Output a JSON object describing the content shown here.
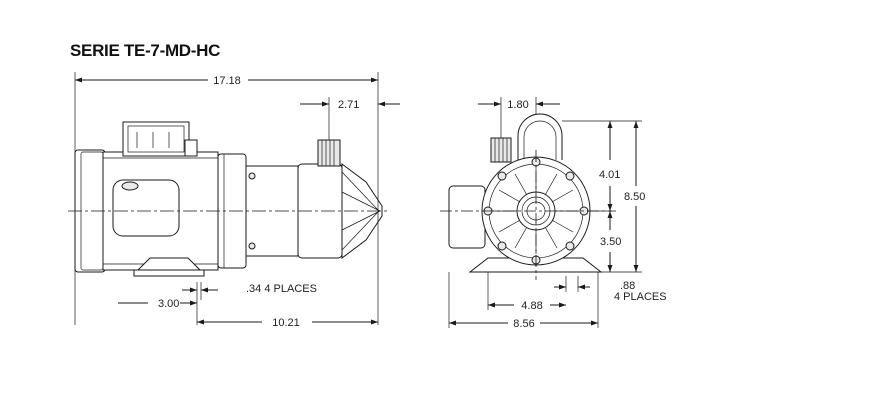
{
  "title": "SERIE TE-7-MD-HC",
  "side_view": {
    "overall_length": "17.18",
    "discharge_offset": "2.71",
    "base_length": "3.00",
    "mounting_holes": ".34 4 PLACES",
    "motor_to_end": "10.21"
  },
  "front_view": {
    "discharge_offset": "1.80",
    "top_height": "4.01",
    "overall_height": "8.50",
    "shaft_height": "3.50",
    "base_half_width": "4.88",
    "slot_width": ".88",
    "slot_count": "4 PLACES",
    "overall_width": "8.56"
  }
}
